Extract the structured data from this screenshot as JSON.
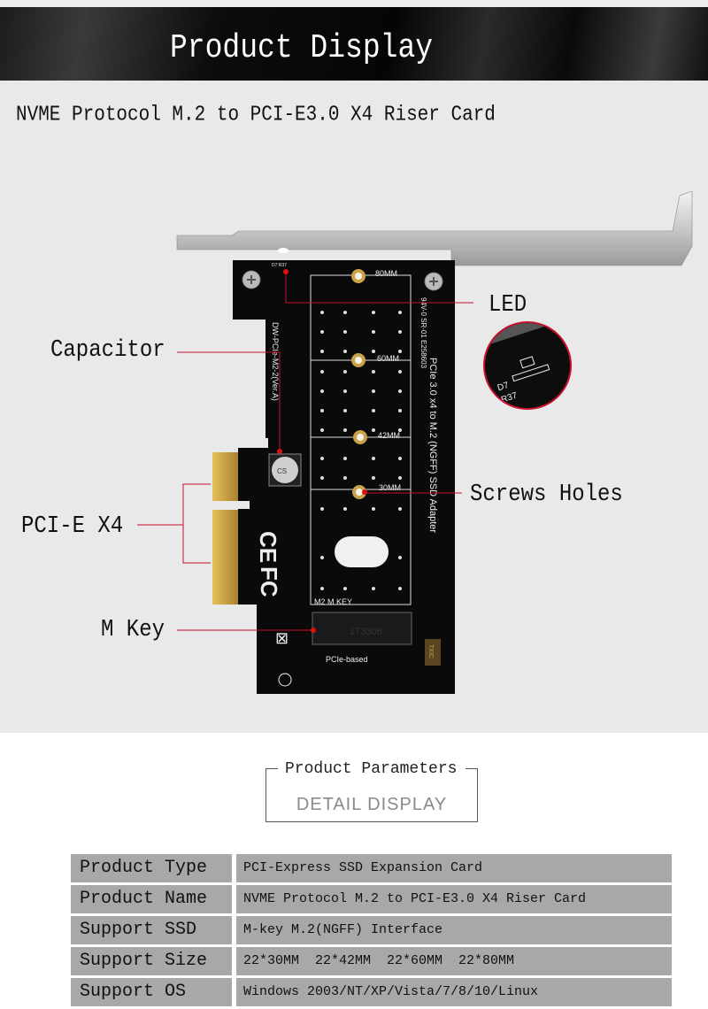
{
  "banner": {
    "title": "Product Display"
  },
  "display": {
    "subtitle": "NVME Protocol M.2 to PCI-E3.0 X4 Riser Card",
    "callouts": {
      "led": "LED",
      "capacitor": "Capacitor",
      "screw_holes": "Screws Holes",
      "pcie": "PCI-E X4",
      "mkey": "M Key"
    },
    "board_text": {
      "mm80": "80MM",
      "mm60": "60MM",
      "mm42": "42MM",
      "mm30": "30MM",
      "model": "DW-PCIe-M2-2(Ver.A)",
      "adapter": "PCIe 3.0 x4 to M.2 (NGFF) SSD Adapter",
      "cert": "94V-0 SR-01  E258603",
      "m2key": "M2 M KEY",
      "pcie_based": "PCIe-based",
      "brand": "TXIC",
      "chip": "173306",
      "led_code": "D7 R37"
    },
    "colors": {
      "accent": "#c8102e",
      "board": "#0a0a0a",
      "gold": "#c9a24a"
    }
  },
  "params": {
    "title": "Product Parameters",
    "subtitle": "DETAIL DISPLAY",
    "rows": [
      {
        "label": "Product Type",
        "value": "PCI-Express SSD Expansion Card"
      },
      {
        "label": "Product Name",
        "value": "NVME Protocol M.2 to PCI-E3.0 X4 Riser Card"
      },
      {
        "label": "Support SSD",
        "value": "M-key M.2(NGFF) Interface"
      },
      {
        "label": "Support Size",
        "value": "22*30MM  22*42MM  22*60MM  22*80MM"
      },
      {
        "label": "Support OS",
        "value": "Windows 2003/NT/XP/Vista/7/8/10/Linux"
      }
    ]
  }
}
